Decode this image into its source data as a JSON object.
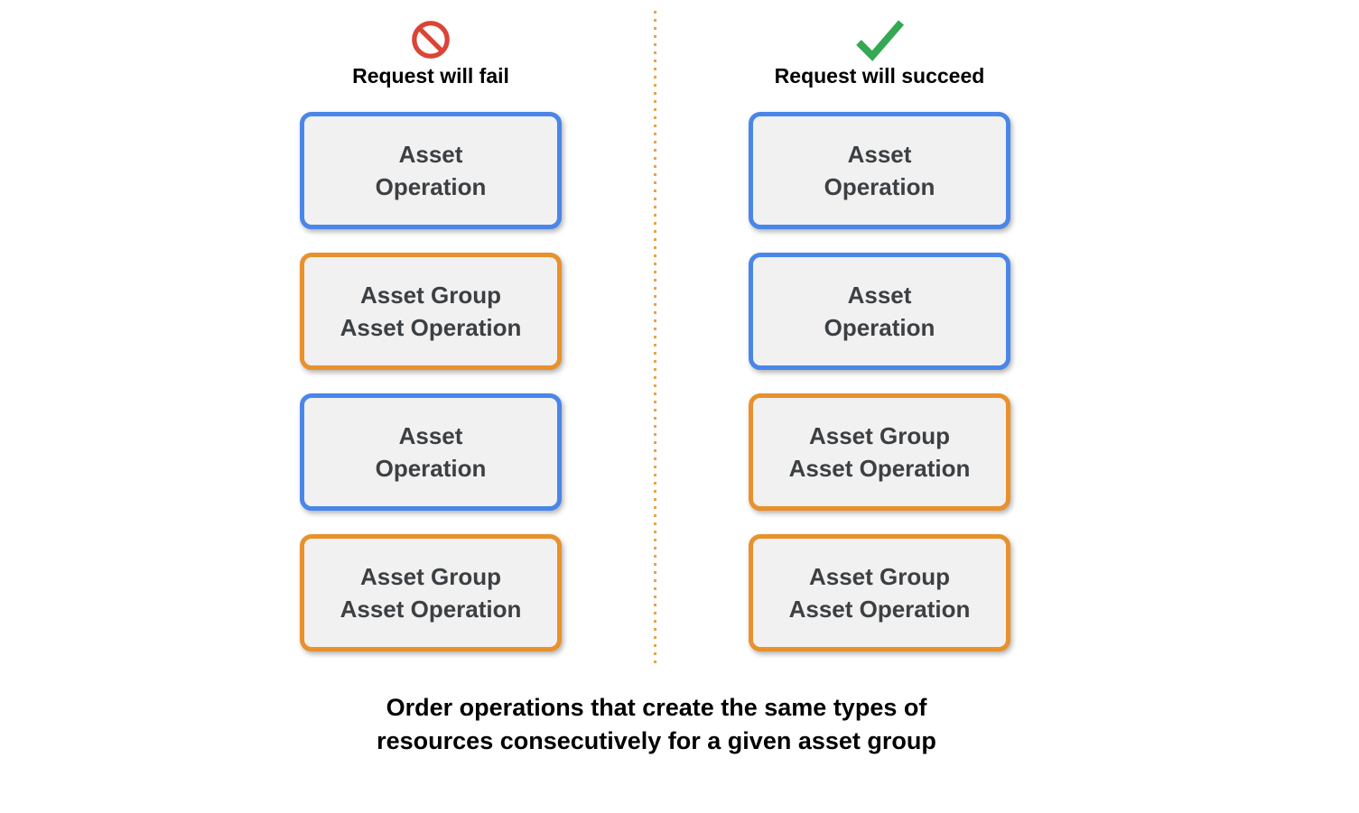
{
  "caption": "Order operations that create the same types of\nresources consecutively for a given asset group",
  "columns": [
    {
      "header": "Request will fail",
      "icon": "prohibition-icon",
      "boxes": [
        {
          "label": "Asset\nOperation",
          "type": "asset-operation"
        },
        {
          "label": "Asset Group\nAsset Operation",
          "type": "asset-group-asset-operation"
        },
        {
          "label": "Asset\nOperation",
          "type": "asset-operation"
        },
        {
          "label": "Asset Group\nAsset Operation",
          "type": "asset-group-asset-operation"
        }
      ]
    },
    {
      "header": "Request will succeed",
      "icon": "check-icon",
      "boxes": [
        {
          "label": "Asset\nOperation",
          "type": "asset-operation"
        },
        {
          "label": "Asset\nOperation",
          "type": "asset-operation"
        },
        {
          "label": "Asset Group\nAsset Operation",
          "type": "asset-group-asset-operation"
        },
        {
          "label": "Asset Group\nAsset Operation",
          "type": "asset-group-asset-operation"
        }
      ]
    }
  ],
  "colors": {
    "asset-operation-border": "#4A86E8",
    "asset-group-border": "#E8912D",
    "box-background": "#F1F1F1",
    "box-text": "#3C4043",
    "fail-icon-red": "#DB4437",
    "success-icon-green": "#34A853",
    "divider-orange": "#E9A24A",
    "heading-text": "#000000"
  }
}
